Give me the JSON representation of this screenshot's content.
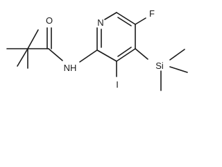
{
  "atoms": {
    "o": "O",
    "nh": "NH",
    "n_ring": "N",
    "f": "F",
    "i": "I",
    "si": "Si"
  },
  "colors": {
    "ink": "#1a1a1a",
    "background": "#ffffff"
  }
}
